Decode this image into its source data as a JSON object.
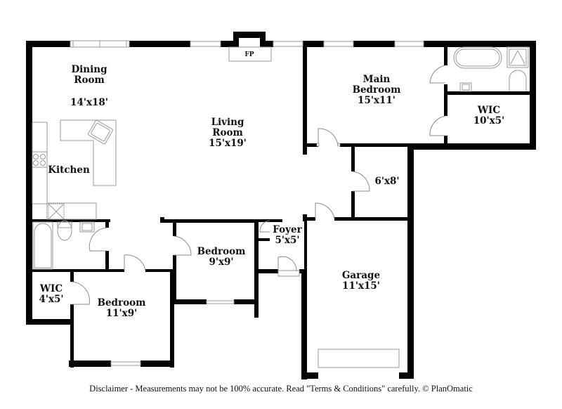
{
  "floor_plan": {
    "rooms": [
      {
        "id": "dining",
        "name_line1": "Dining",
        "name_line2": "Room",
        "dims": "14'x18'"
      },
      {
        "id": "living",
        "name_line1": "Living",
        "name_line2": "Room",
        "dims": "15'x19'"
      },
      {
        "id": "kitchen",
        "name_line1": "Kitchen"
      },
      {
        "id": "main-bedroom",
        "name_line1": "Main",
        "name_line2": "Bedroom",
        "dims": "15'x11'"
      },
      {
        "id": "main-wic",
        "name_line1": "WIC",
        "dims": "10'x5'"
      },
      {
        "id": "closet",
        "dims": "6'x8'"
      },
      {
        "id": "foyer",
        "name_line1": "Foyer",
        "dims": "5'x5'"
      },
      {
        "id": "bedroom-2",
        "name_line1": "Bedroom",
        "dims": "9'x9'"
      },
      {
        "id": "bedroom-3",
        "name_line1": "Bedroom",
        "dims": "11'x9'"
      },
      {
        "id": "wic-2",
        "name_line1": "WIC",
        "dims": "4'x5'"
      },
      {
        "id": "garage",
        "name_line1": "Garage",
        "dims": "11'x15'"
      }
    ],
    "fireplace_label": "FP",
    "colors": {
      "wall": "#000000",
      "fixture": "#9a9a9a",
      "background": "#ffffff"
    }
  },
  "disclaimer": "Disclaimer - Measurements may not be 100% accurate. Read \"Terms & Conditions\" carefully. © PlanOmatic"
}
